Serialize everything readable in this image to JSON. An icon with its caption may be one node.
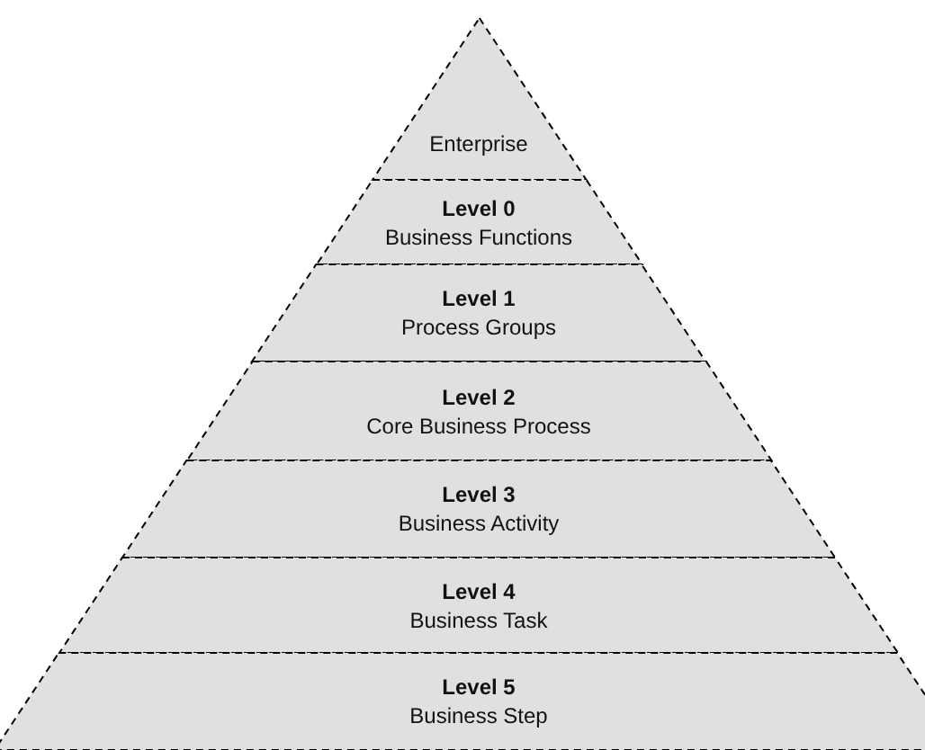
{
  "diagram": {
    "nodes": [
      {
        "text": [
          "Enterprise"
        ]
      },
      {
        "text": [
          "Level 0",
          "Business Functions"
        ]
      },
      {
        "text": [
          "Level 1",
          "Process Groups"
        ]
      },
      {
        "text": [
          "Level 2",
          "Core Business Process"
        ]
      },
      {
        "text": [
          "Level 3",
          "Business Activity"
        ]
      },
      {
        "text": [
          "Level 4",
          "Business Task"
        ]
      },
      {
        "text": [
          "Level 5",
          "Business Step"
        ]
      }
    ]
  }
}
